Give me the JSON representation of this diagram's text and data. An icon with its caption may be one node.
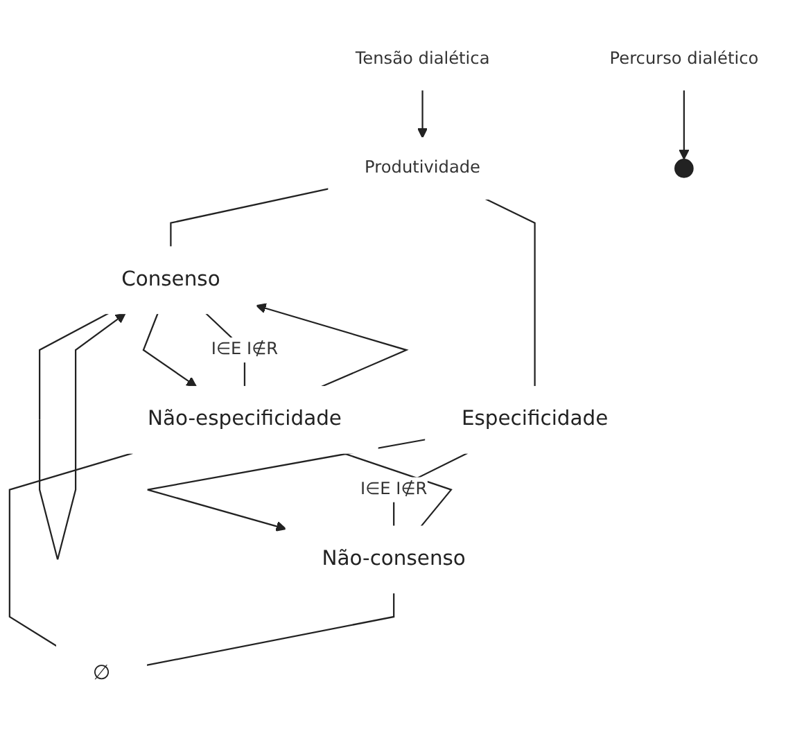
{
  "diagram": {
    "nodes": [
      {
        "text": [
          "Tensão dialética"
        ]
      },
      {
        "text": [
          "Percurso dialético"
        ]
      },
      {
        "text": [
          "Produtividade"
        ]
      },
      {
        "text": [
          "Consenso"
        ]
      },
      {
        "text": [
          "Especificidade"
        ]
      },
      {
        "text": [
          "Não-especificidade"
        ]
      },
      {
        "text": [
          "Não-consenso"
        ]
      },
      {
        "text": [
          "∅"
        ]
      }
    ],
    "edges": [
      {
        "from": 0,
        "to": 2,
        "arrow": "to"
      },
      {
        "from": 1,
        "to": null,
        "arrow": "to"
      },
      {
        "from": 2,
        "to": 3,
        "arrow": "none"
      },
      {
        "from": 2,
        "to": 4,
        "arrow": "none"
      },
      {
        "from": 3,
        "to": 5,
        "arrow": "to"
      },
      {
        "from": 4,
        "to": 6,
        "arrow": "to"
      },
      {
        "from": 3,
        "to": 3,
        "arrow": "to"
      },
      {
        "from": 5,
        "to": 3,
        "arrow": "to"
      },
      {
        "from": 3,
        "to": 5,
        "arrow": "none",
        "label": "I∈E I∉R"
      },
      {
        "from": 4,
        "to": 6,
        "arrow": "none",
        "label": "I∈E I∉R"
      },
      {
        "from": 5,
        "to": 6,
        "arrow": "none"
      },
      {
        "from": 5,
        "to": 7,
        "arrow": "none"
      },
      {
        "from": 6,
        "to": 7,
        "arrow": "none"
      }
    ]
  }
}
